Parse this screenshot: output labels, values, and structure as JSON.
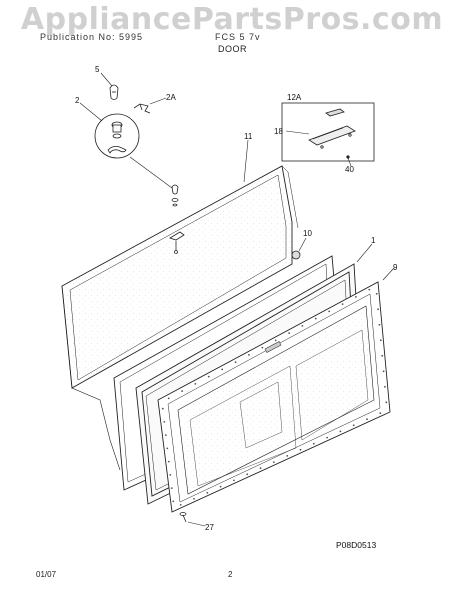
{
  "watermark": "AppliancePartsPros.com",
  "header": {
    "left": "Publication No: 5995",
    "right": "FCS 5 7v",
    "section": "DOOR"
  },
  "callouts": {
    "c5": "5",
    "c2": "2",
    "c2a": "2A",
    "c11": "11",
    "c12a": "12A",
    "c18": "18",
    "c40": "40",
    "c10": "10",
    "c1": "1",
    "c9": "9",
    "c27": "27"
  },
  "diagram_code": "P08D0513",
  "footer": {
    "date": "01/07",
    "page": "2"
  },
  "colors": {
    "line": "#222222",
    "panel_fill": "#f4f4f4",
    "dots": "#555555"
  }
}
